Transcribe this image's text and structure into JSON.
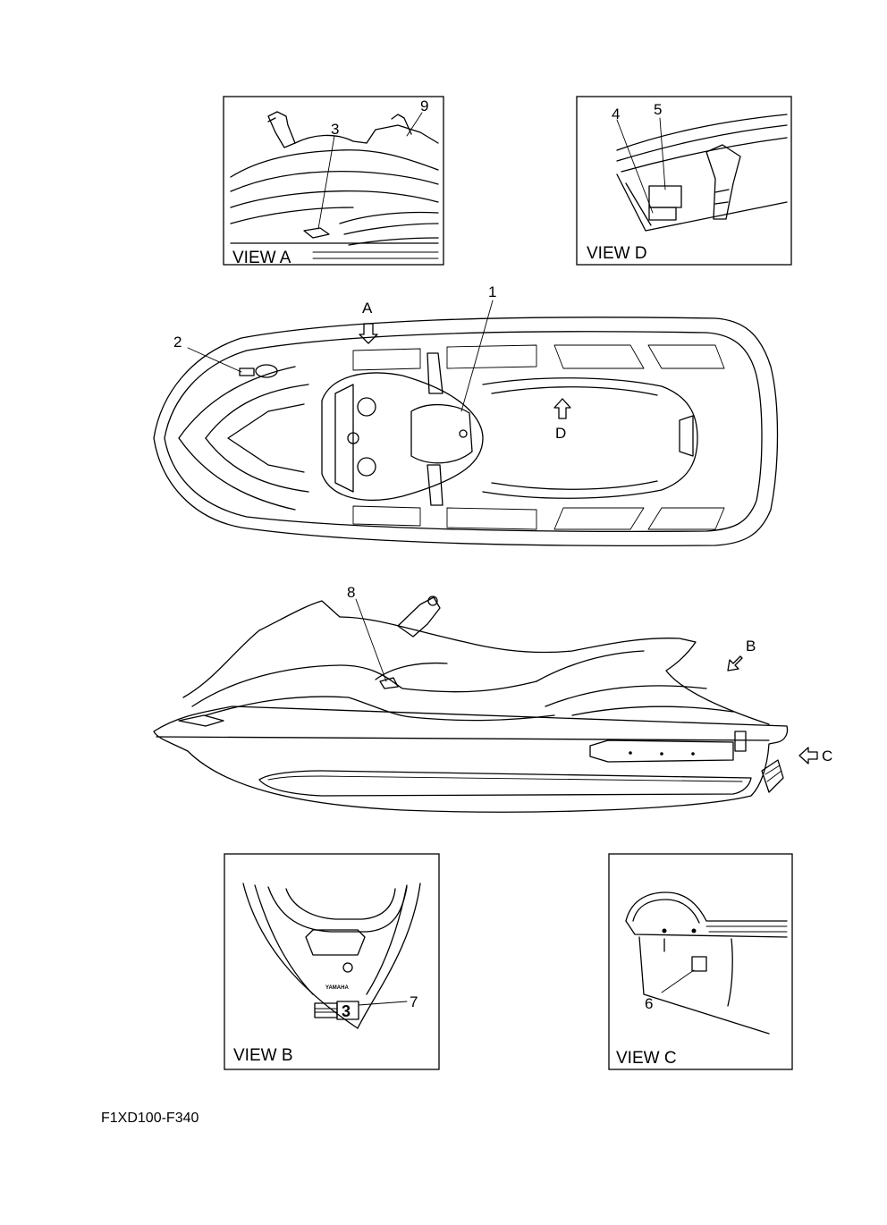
{
  "diagram": {
    "callouts": {
      "c1": "1",
      "c2": "2",
      "c3": "3",
      "c4": "4",
      "c5": "5",
      "c6": "6",
      "c7": "7",
      "c8": "8",
      "c9": "9"
    },
    "arrows": {
      "a": "A",
      "b": "B",
      "c": "C",
      "d": "D"
    },
    "views": {
      "a": "VIEW A",
      "b": "VIEW B",
      "c": "VIEW C",
      "d": "VIEW D"
    },
    "decal_b_number": "3",
    "decal_b_brand": "YAMAHA",
    "figure_code": "F1XD100-F340"
  }
}
